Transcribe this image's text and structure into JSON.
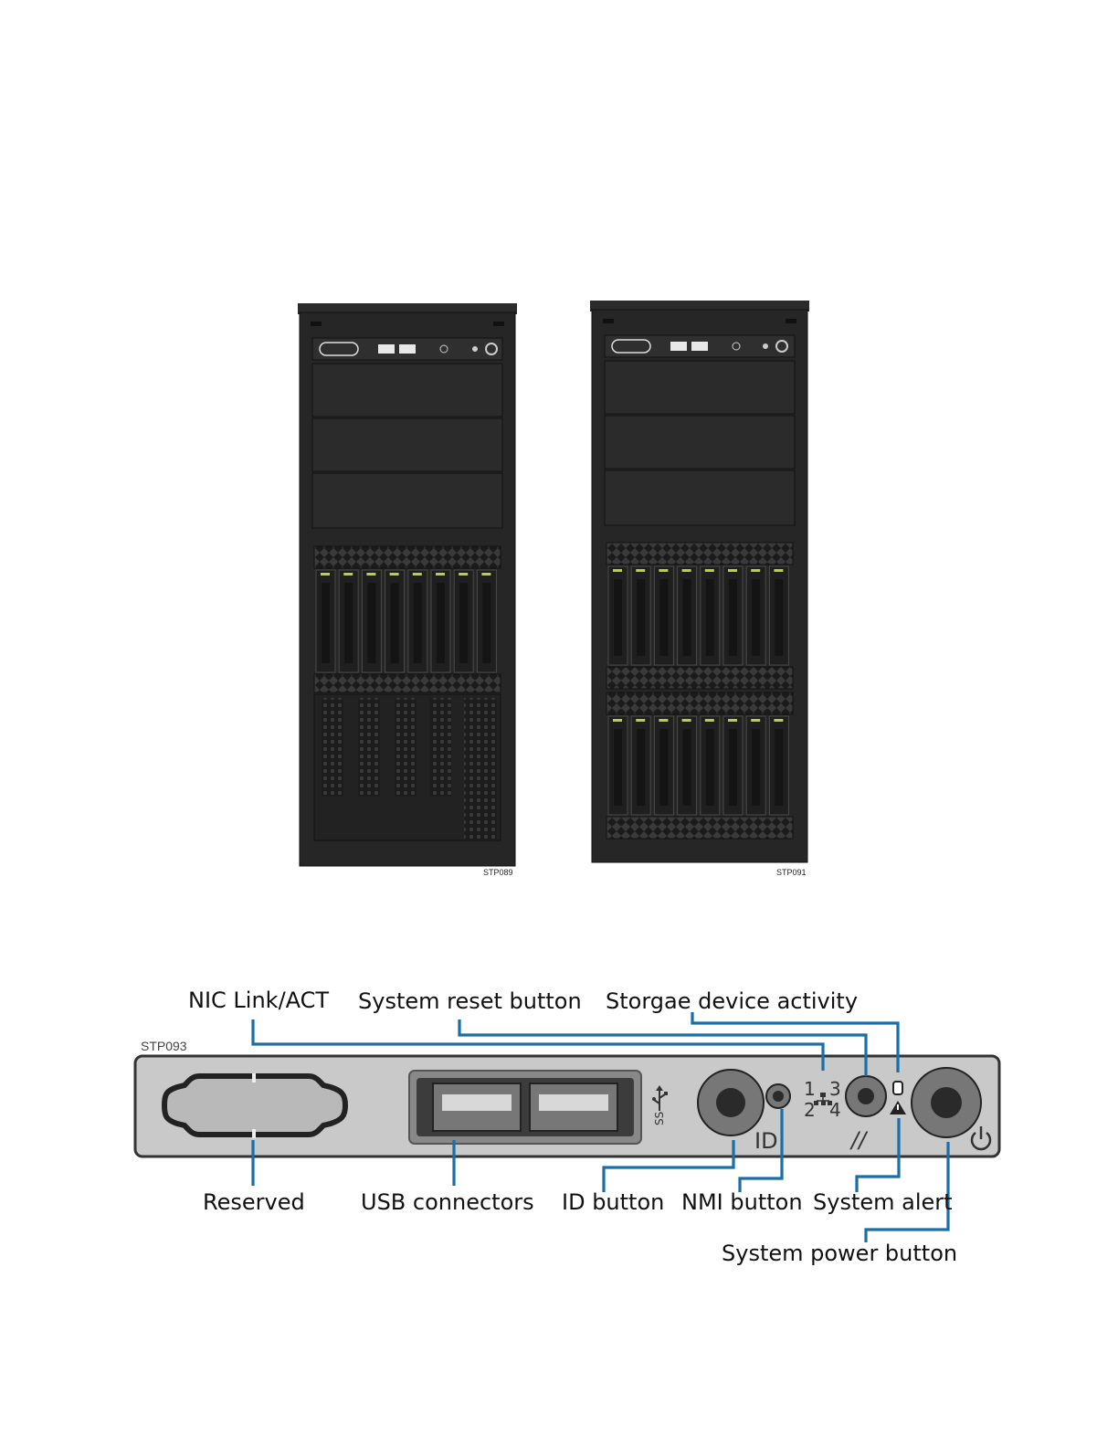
{
  "figures": {
    "tower_a_id": "STP089",
    "tower_b_id": "STP091",
    "panel_id": "STP093"
  },
  "callouts": {
    "nic": "NIC Link/ACT",
    "reset": "System reset button",
    "storage": "Storgae device activity",
    "reserved": "Reserved",
    "usb": "USB connectors",
    "id_button": "ID button",
    "nmi": "NMI button",
    "alert": "System alert",
    "power": "System power button"
  },
  "panel_marks": {
    "id_text": "ID",
    "nmi_mark": "//",
    "nic_1": "1",
    "nic_2": "2",
    "nic_3": "3",
    "nic_4": "4"
  },
  "icons": [
    "serial-port-icon",
    "usb-icon",
    "network-icon",
    "drive-icon",
    "alert-icon",
    "power-icon"
  ],
  "colors": {
    "leader": "#1a6fa8",
    "chassis": "#262626",
    "panel": "#c9c9c9",
    "drive_led": "#b8d23a"
  }
}
